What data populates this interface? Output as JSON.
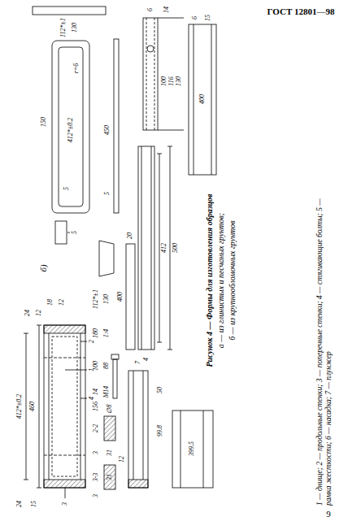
{
  "diagram": {
    "labels": [
      "ГОСТ 12801—98",
      "9",
      "б)",
      "1 — днище; 2 — продольные стенки; 3 — поперечные стенки; 4 — стягивающие болты; 5 — рамка жесткости; 6 — насадка; 7 — плунжер",
      "Рисунок 4 — Формы для изготовления образцов",
      "а — из глинистых и песчаных грунтов;",
      "б — из крупнообломочных грунтов",
      "112*±1",
      "130",
      "150",
      "412*±0.2",
      "r=6",
      "5",
      "5",
      "450",
      "5",
      "6",
      "14",
      "100",
      "116",
      "130",
      "20",
      "400",
      "412",
      "500",
      "4",
      "6",
      "15",
      "400",
      "24",
      "12",
      "18",
      "12",
      "412*±0.2",
      "460",
      "2",
      "1",
      "4",
      "3",
      "15",
      "24",
      "2-2",
      "3",
      "31",
      "∅8",
      "1:4",
      "180",
      "100",
      "88",
      "М14",
      "14",
      "156",
      "7",
      "50",
      "99.8",
      "12",
      "399.5",
      "3-3",
      "31",
      "3",
      "112*±1",
      "130"
    ]
  }
}
